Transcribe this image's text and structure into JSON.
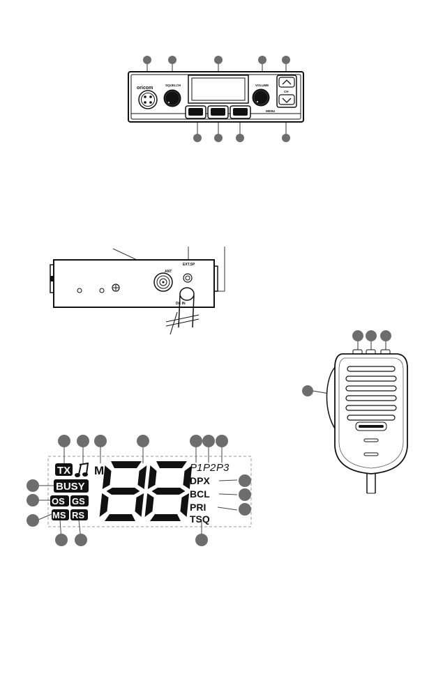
{
  "front_panel": {
    "brand": "oricom",
    "knob_left_label": "SQUELCH",
    "knob_right_label": "VOLUME",
    "knob_right_sub": "MENU",
    "ch_label": "CH"
  },
  "rear_panel": {
    "ant_label": "ANT",
    "ext_sp_label": "EXT.SP",
    "dc_in_label": "DC IN"
  },
  "lcd": {
    "tx": "TX",
    "memory": "M",
    "p1": "P1",
    "p2": "P2",
    "p3": "P3",
    "busy": "BUSY",
    "os": "OS",
    "gs": "GS",
    "ms": "MS",
    "rs": "RS",
    "dpx": "DPX",
    "bcl": "BCL",
    "pri": "PRI",
    "tsq": "TSQ",
    "digits": "88"
  },
  "icons": {
    "note": "music-note-icon",
    "up": "chevron-up-icon",
    "down": "chevron-down-icon",
    "screw": "screw-icon"
  },
  "colors": {
    "line": "#1a1a1a",
    "callout": "#6d6d6d",
    "lcd_outline": "#999999"
  }
}
